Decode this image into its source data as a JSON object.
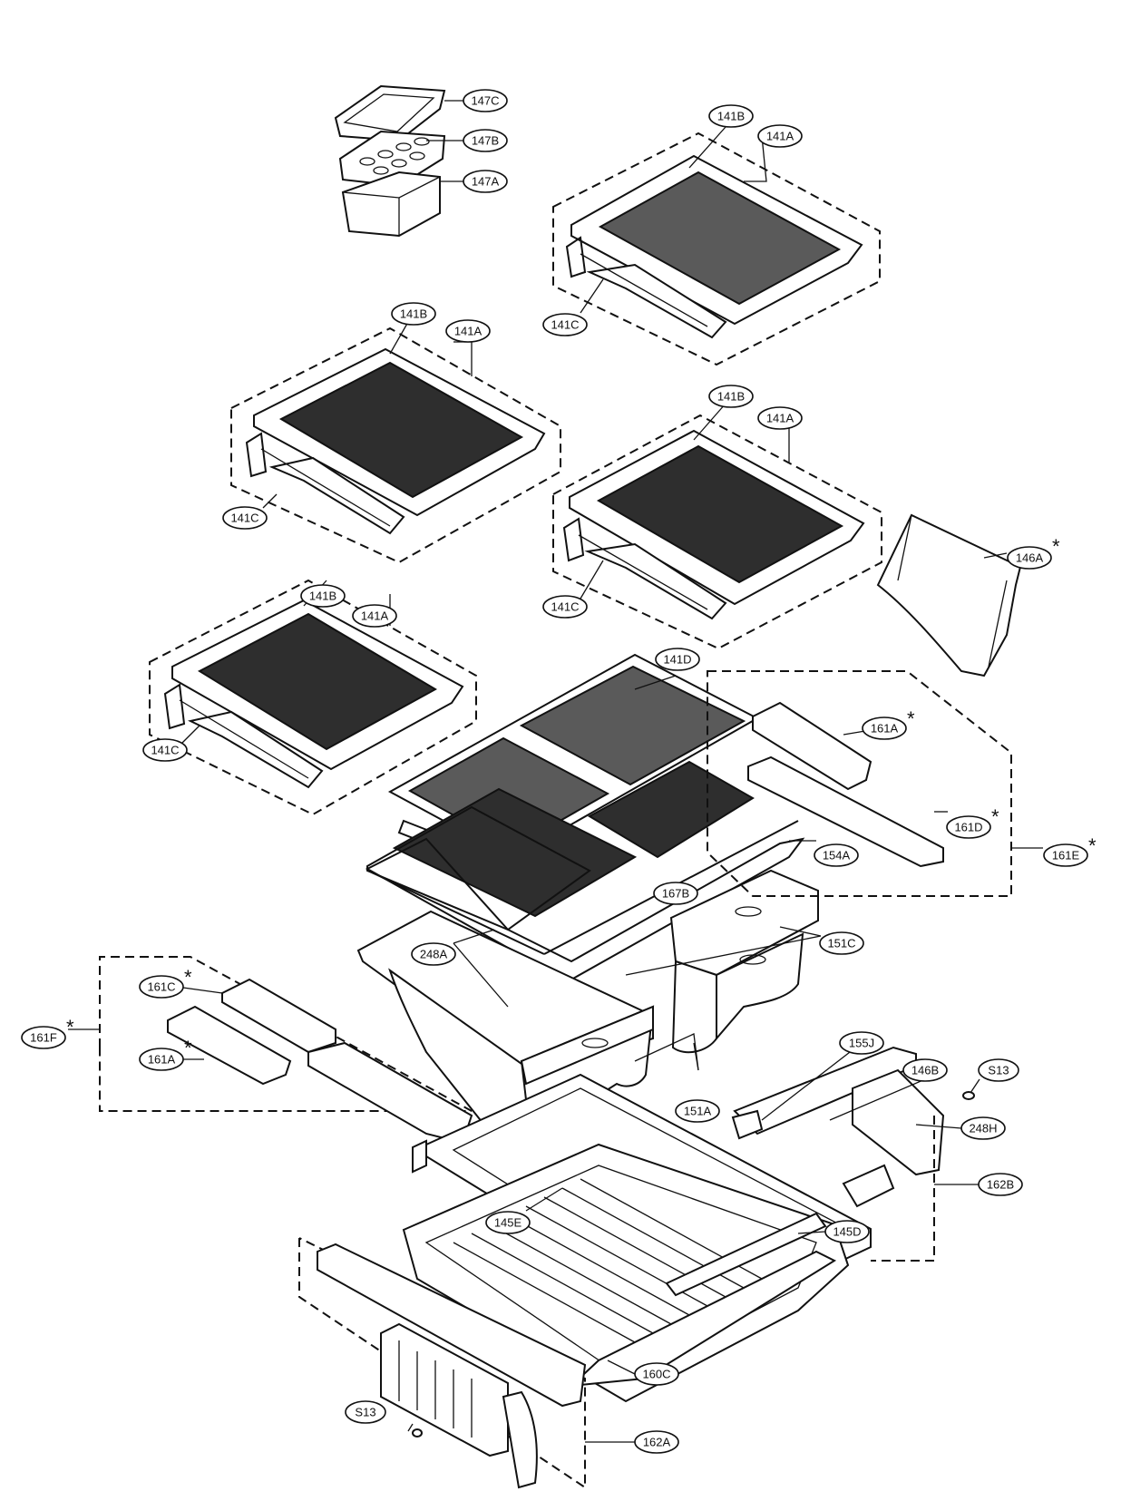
{
  "callouts": {
    "c147c": {
      "text": "147C",
      "star": ""
    },
    "c147b": {
      "text": "147B",
      "star": ""
    },
    "c147a": {
      "text": "147A",
      "star": ""
    },
    "c141b_1": {
      "text": "141B",
      "star": ""
    },
    "c141a_1": {
      "text": "141A",
      "star": ""
    },
    "c141c_1": {
      "text": "141C",
      "star": ""
    },
    "c141b_2": {
      "text": "141B",
      "star": ""
    },
    "c141a_2": {
      "text": "141A",
      "star": ""
    },
    "c141c_2": {
      "text": "141C",
      "star": ""
    },
    "c141b_3": {
      "text": "141B",
      "star": ""
    },
    "c141a_3": {
      "text": "141A",
      "star": ""
    },
    "c141c_3": {
      "text": "141C",
      "star": ""
    },
    "c146a": {
      "text": "146A",
      "star": "*"
    },
    "c141b_4": {
      "text": "141B",
      "star": ""
    },
    "c141a_4": {
      "text": "141A",
      "star": ""
    },
    "c141c_4": {
      "text": "141C",
      "star": ""
    },
    "c141d": {
      "text": "141D",
      "star": ""
    },
    "c161a_1": {
      "text": "161A",
      "star": "*"
    },
    "c161d": {
      "text": "161D",
      "star": "*"
    },
    "c161e": {
      "text": "161E",
      "star": "*"
    },
    "c154a": {
      "text": "154A",
      "star": ""
    },
    "c167b": {
      "text": "167B",
      "star": ""
    },
    "c151c": {
      "text": "151C",
      "star": ""
    },
    "c248a": {
      "text": "248A",
      "star": ""
    },
    "c161c": {
      "text": "161C",
      "star": "*"
    },
    "c161f": {
      "text": "161F",
      "star": "*"
    },
    "c161a_2": {
      "text": "161A",
      "star": "*"
    },
    "c155j": {
      "text": "155J",
      "star": ""
    },
    "c146b": {
      "text": "146B",
      "star": ""
    },
    "cs13_1": {
      "text": "S13",
      "star": ""
    },
    "c151a": {
      "text": "151A",
      "star": ""
    },
    "c248h": {
      "text": "248H",
      "star": ""
    },
    "c162b": {
      "text": "162B",
      "star": ""
    },
    "c145e": {
      "text": "145E",
      "star": ""
    },
    "c145d": {
      "text": "145D",
      "star": ""
    },
    "c160c": {
      "text": "160C",
      "star": ""
    },
    "cs13_2": {
      "text": "S13",
      "star": ""
    },
    "c162a": {
      "text": "162A",
      "star": ""
    }
  }
}
